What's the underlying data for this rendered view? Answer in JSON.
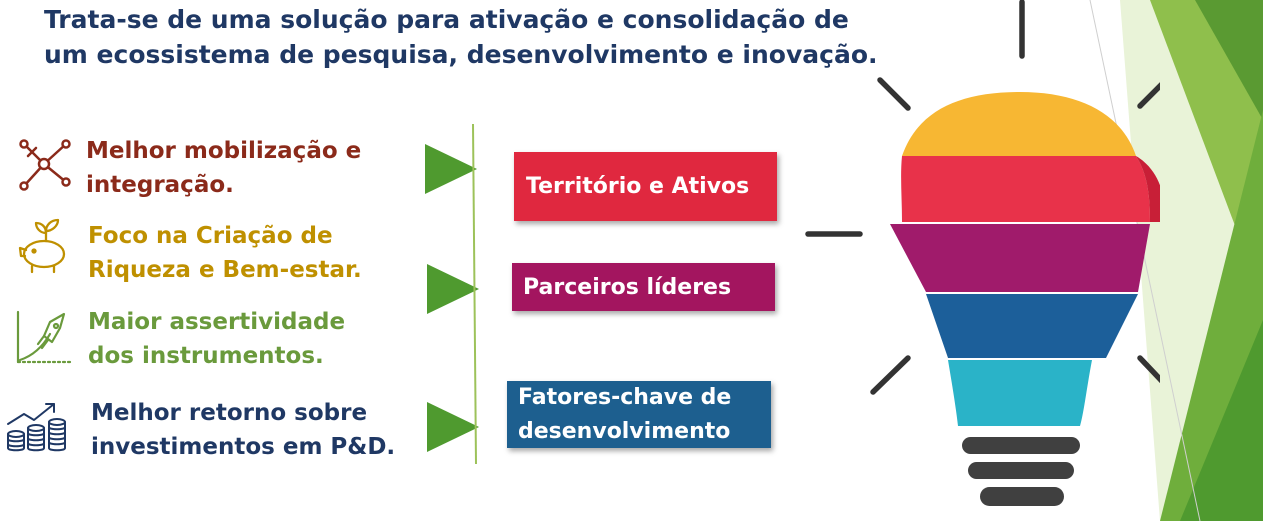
{
  "headline": {
    "line1": "Trata-se de uma solução para  ativação e consolidação de",
    "line2": "um ecossistema de pesquisa, desenvolvimento e inovação."
  },
  "benefits": [
    {
      "line1": "Melhor mobilização e",
      "line2": "integração.",
      "color": "#8b2a1a",
      "icon": "network-nodes-icon"
    },
    {
      "line1": "Foco na Criação de",
      "line2": "Riqueza e Bem-estar.",
      "color": "#bf9000",
      "icon": "piggy-bank-plant-icon"
    },
    {
      "line1": "Maior assertividade",
      "line2": "dos instrumentos.",
      "color": "#6a9a3c",
      "icon": "rocket-chart-icon"
    },
    {
      "line1": "Melhor retorno sobre",
      "line2": "investimentos em P&D.",
      "color": "#1f3864",
      "icon": "coins-growth-icon"
    }
  ],
  "pillars": [
    {
      "line1": "Território e Ativos",
      "color": "#e0283f"
    },
    {
      "line1": "Parceiros líderes",
      "color": "#a3155f"
    },
    {
      "line1": "Fatores-chave de",
      "line2": "desenvolvimento",
      "color": "#1d5f8f"
    }
  ],
  "colors": {
    "arrow_green": "#4f9a2f",
    "bulb_yellow": "#f7b733",
    "bulb_red": "#e8324a",
    "bulb_magenta": "#a01b6b",
    "bulb_blue": "#1c5f9a",
    "bulb_cyan": "#2ab3c8",
    "bulb_base": "#404040"
  }
}
